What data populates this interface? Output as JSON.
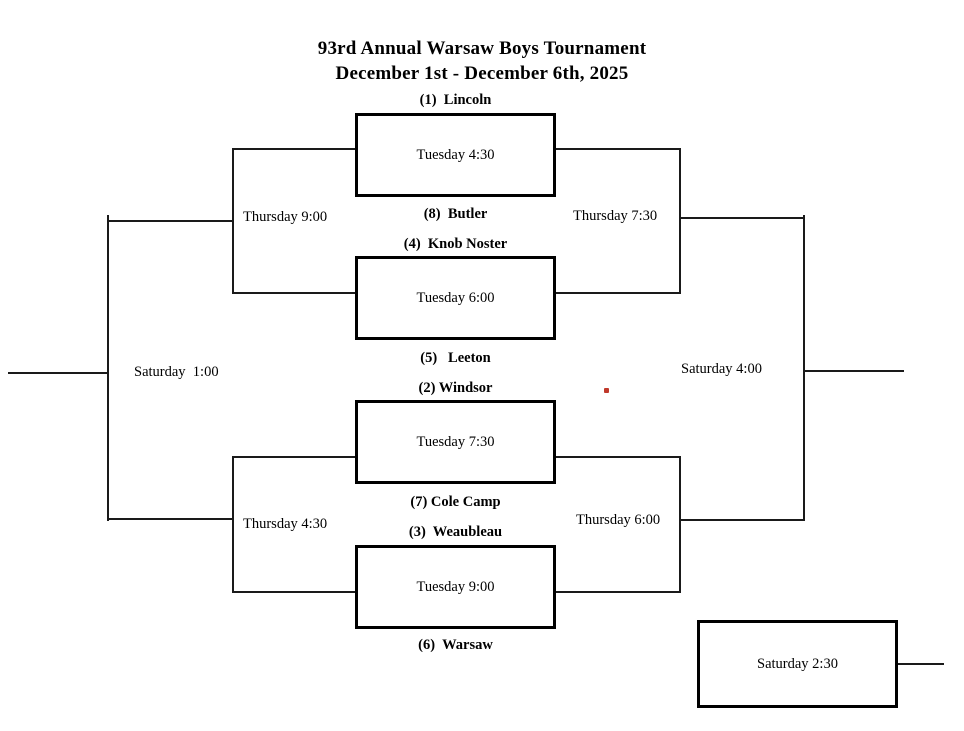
{
  "header": {
    "title_line_1": "93rd Annual Warsaw Boys Tournament",
    "title_line_2": "December 1st - December 6th, 2025"
  },
  "bracket": {
    "teams": [
      {
        "seed": "(1)",
        "name": "Lincoln",
        "label": "(1)  Lincoln"
      },
      {
        "seed": "(8)",
        "name": "Butler",
        "label": "(8)  Butler"
      },
      {
        "seed": "(4)",
        "name": "Knob Noster",
        "label": "(4)  Knob Noster"
      },
      {
        "seed": "(5)",
        "name": "Leeton",
        "label": "(5)   Leeton"
      },
      {
        "seed": "(2)",
        "name": "Windsor",
        "label": "(2) Windsor"
      },
      {
        "seed": "(7)",
        "name": "Cole Camp",
        "label": "(7) Cole Camp"
      },
      {
        "seed": "(3)",
        "name": "Weaubleau",
        "label": "(3)  Weaubleau"
      },
      {
        "seed": "(6)",
        "name": "Warsaw",
        "label": "(6)  Warsaw"
      }
    ],
    "first_round": [
      {
        "game": "quarterfinal-1",
        "time": "Tuesday 4:30"
      },
      {
        "game": "quarterfinal-2",
        "time": "Tuesday 6:00"
      },
      {
        "game": "quarterfinal-3",
        "time": "Tuesday 7:30"
      },
      {
        "game": "quarterfinal-4",
        "time": "Tuesday 9:00"
      }
    ],
    "second_round": [
      {
        "game": "semifinal-upper-left",
        "time": "Thursday 9:00"
      },
      {
        "game": "semifinal-upper-right",
        "time": "Thursday 7:30"
      },
      {
        "game": "semifinal-lower-left",
        "time": "Thursday 4:30"
      },
      {
        "game": "semifinal-lower-right",
        "time": "Thursday 6:00"
      }
    ],
    "final_round": [
      {
        "game": "final-left",
        "time": "Saturday  1:00"
      },
      {
        "game": "final-right",
        "time": "Saturday 4:00"
      }
    ],
    "consolation": {
      "game": "consolation",
      "time": "Saturday 2:30"
    }
  },
  "colors": {
    "box_border": "#000000",
    "line": "#1a1a1a",
    "text": "#000000",
    "artifact_dot": "#c0392b"
  }
}
